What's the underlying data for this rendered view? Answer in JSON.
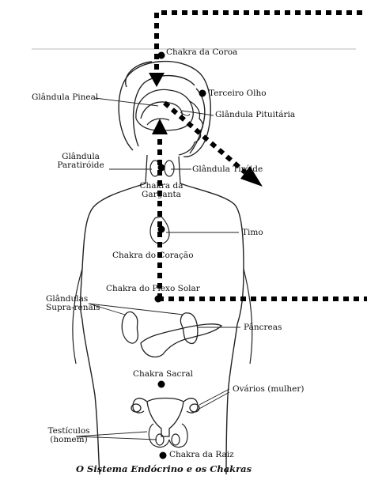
{
  "labels": {
    "crown": "Chakra da Coroa",
    "third_eye": "Terceiro Olho",
    "pineal": "Glândula Pineal",
    "pituitary": "Glândula Pituitária",
    "parathyroid_1": "Glândula",
    "parathyroid_2": "Paratiróide",
    "thyroid": "Glândula Tiróide",
    "throat_1": "Chakra da",
    "throat_2": "Garganta",
    "thymus": "Timo",
    "heart": "Chakra do Coração",
    "solar_plexus": "Chakra do Plexo Solar",
    "adrenal_1": "Glândulas",
    "adrenal_2": "Supra-renais",
    "pancreas": "Pâncreas",
    "sacral": "Chakra Sacral",
    "ovaries": "Ovários (mulher)",
    "testes_1": "Testículos",
    "testes_2": "(homem)",
    "root": "Chakra da Raiz"
  },
  "caption": "O Sistema Endócrino e os Chakras",
  "colors": {
    "ink": "#111111",
    "arrow": "#000000",
    "background": "#ffffff"
  }
}
